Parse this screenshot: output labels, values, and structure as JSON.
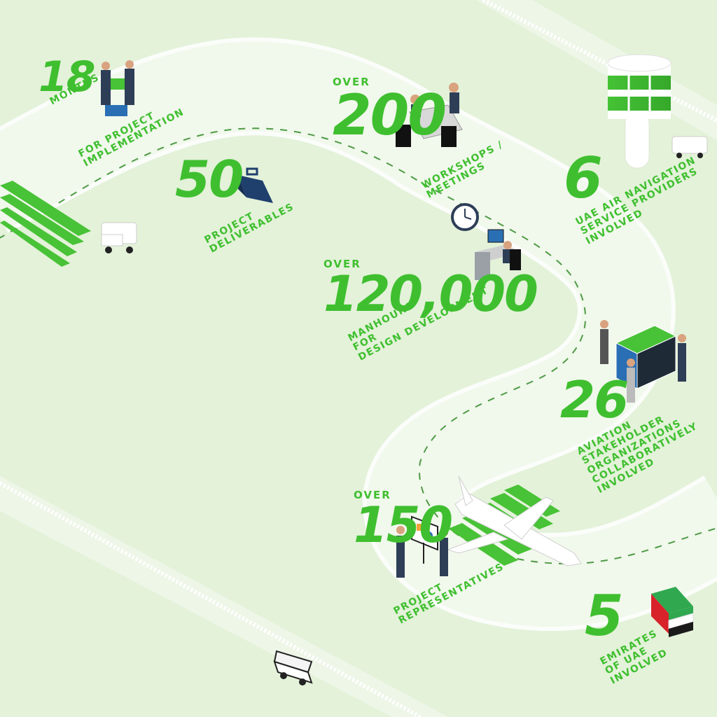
{
  "stats": [
    {
      "prefix": "",
      "number": "18",
      "unit": "MONTHS",
      "caption": [
        "FOR PROJECT",
        "IMPLEMENTATION"
      ]
    },
    {
      "prefix": "",
      "number": "50",
      "caption": [
        "PROJECT",
        "DELIVERABLES"
      ]
    },
    {
      "prefix": "OVER",
      "number": "200",
      "caption": [
        "WORKSHOPS /",
        "MEETINGS"
      ]
    },
    {
      "prefix": "",
      "number": "6",
      "caption": [
        "UAE AIR NAVIGATION",
        "SERVICE PROVIDERS",
        "INVOLVED"
      ]
    },
    {
      "prefix": "OVER",
      "number": "120,000",
      "caption": [
        "MANHOURS",
        "FOR",
        "DESIGN DEVELOPMENT"
      ]
    },
    {
      "prefix": "",
      "number": "26",
      "caption": [
        "AVIATION",
        "STAKEHOLDER",
        "ORGANIZATIONS",
        "COLLABORATIVELY",
        "INVOLVED"
      ]
    },
    {
      "prefix": "OVER",
      "number": "150",
      "caption": [
        "PROJECT",
        "REPRESENTATIVES"
      ]
    },
    {
      "prefix": "",
      "number": "5",
      "caption": [
        "EMIRATES",
        "OF UAE",
        "INVOLVED"
      ]
    }
  ],
  "colors": {
    "accent": "#3fbf2f",
    "ground": "#e3f2d9",
    "road": "#f1f8ec",
    "suit": "#2e3e57",
    "flag_red": "#d8232a",
    "flag_green": "#2fa84f",
    "flag_black": "#1a1a1a"
  },
  "icons": [
    "puzzle-team-icon",
    "briefcase-icon",
    "meeting-table-icon",
    "control-tower-icon",
    "clock-icon",
    "office-desk-icon",
    "rubiks-cube-team-icon",
    "airplane-icon",
    "presentation-board-icon",
    "uae-flag-cube-icon",
    "ground-vehicle-icon",
    "bus-icon"
  ]
}
